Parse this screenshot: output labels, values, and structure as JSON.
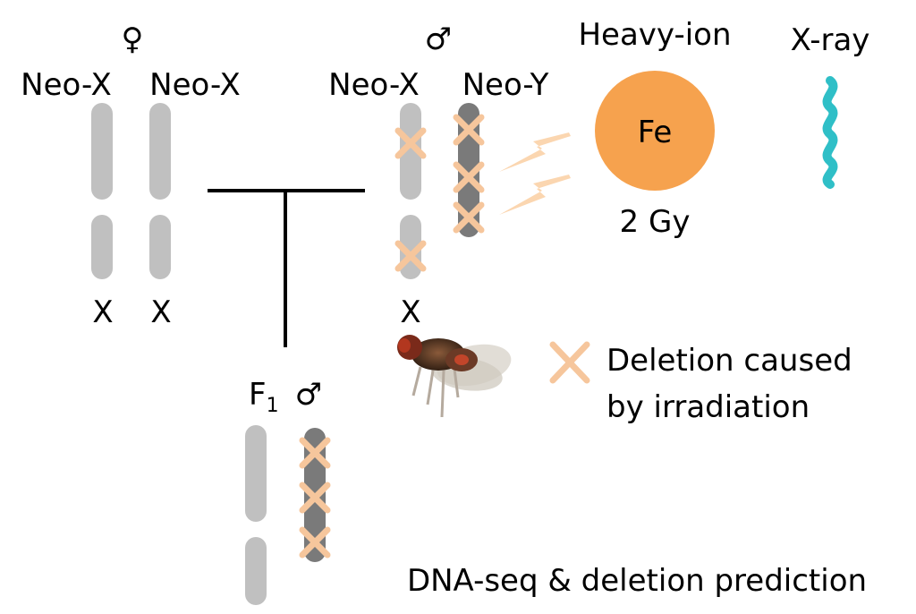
{
  "female": {
    "sex_symbol": "♀",
    "chromosome_labels": [
      "Neo-X",
      "Neo-X"
    ],
    "bottom_labels": [
      "X",
      "X"
    ]
  },
  "male": {
    "sex_symbol": "♂",
    "chromosome_labels": [
      "Neo-X",
      "Neo-Y"
    ],
    "bottom_labels": [
      "X"
    ]
  },
  "irradiation": {
    "heavy_ion_label": "Heavy-ion",
    "ion_symbol": "Fe",
    "dose": "2 Gy",
    "xray_label": "X-ray"
  },
  "legend": {
    "deletion_line1": "Deletion caused",
    "deletion_line2": "by irradiation"
  },
  "offspring": {
    "label_base": "F",
    "label_sub": "1",
    "sex_symbol": "♂"
  },
  "caption": "DNA-seq & deletion prediction",
  "colors": {
    "neo_x_chromosome": "#c0c0c0",
    "neo_y_chromosome": "#7a7a7a",
    "deletion_mark": "#f6c69c",
    "iron_ion": "#f6a24e",
    "lightning": "#fbd6b0",
    "xray_wave": "#2fbfc7"
  },
  "icons": [
    "female-symbol",
    "male-symbol",
    "lightning-bolt-icon",
    "xray-wave-icon",
    "fly-image",
    "deletion-cross-icon"
  ]
}
